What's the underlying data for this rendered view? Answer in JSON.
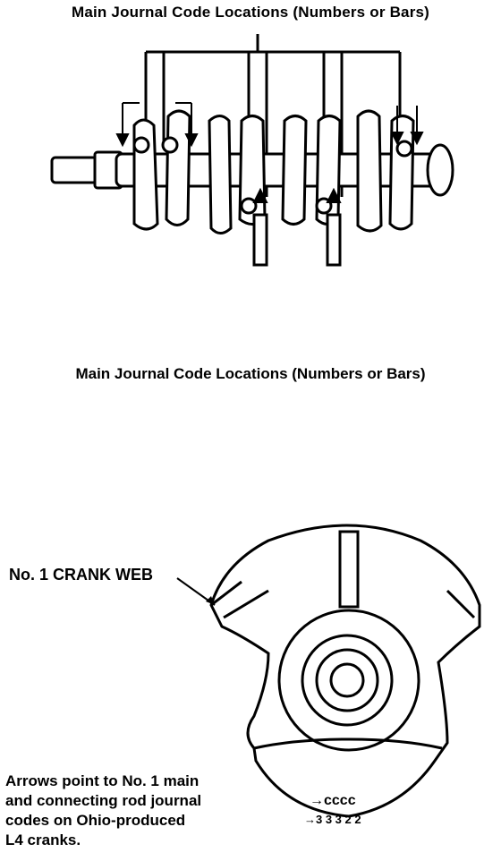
{
  "figure": {
    "title_top": "Main Journal Code Locations (Numbers or Bars)",
    "title_mid": "Main Journal Code Locations (Numbers or Bars)",
    "crank_web_label": "No. 1 CRANK WEB",
    "note": "Arrows point to No. 1 main\nand connecting rod journal\ncodes on Ohio-produced\nL4 cranks.",
    "code_row_1": "→cccc",
    "code_row_2": "→3 3 3 2 2"
  }
}
